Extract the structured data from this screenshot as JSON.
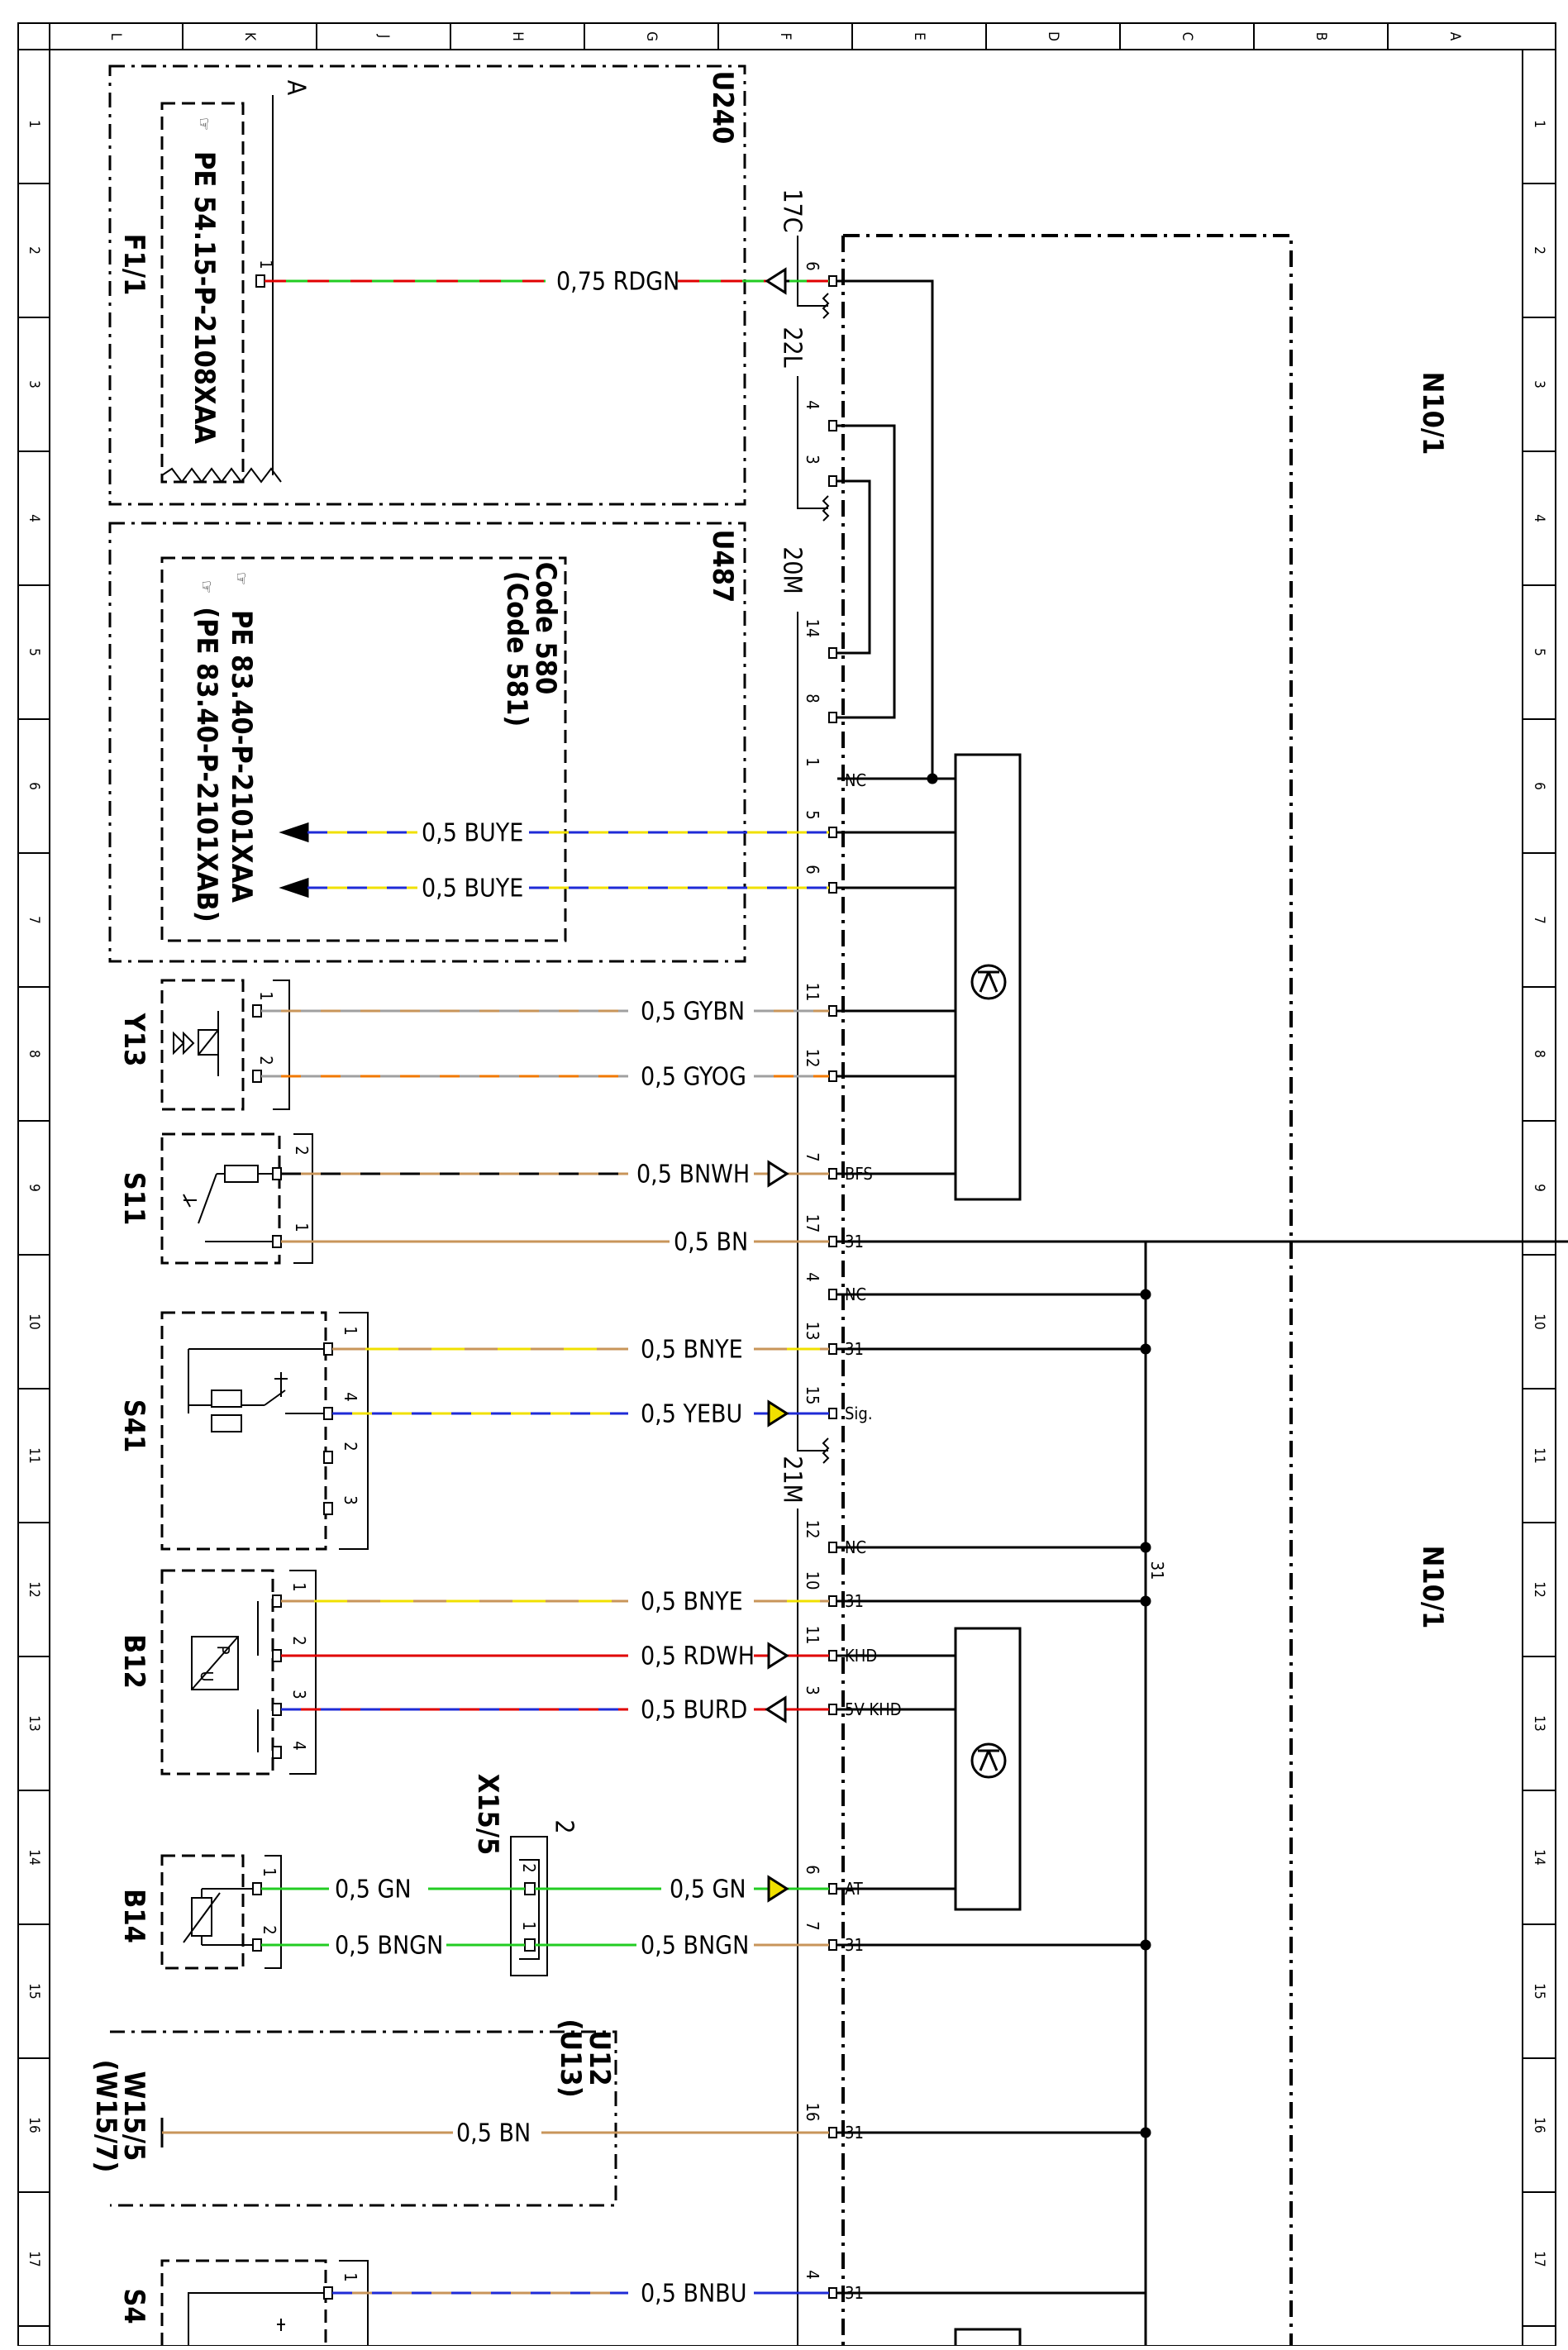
{
  "grid": {
    "letters": [
      "L",
      "K",
      "J",
      "H",
      "G",
      "F",
      "E",
      "D",
      "C",
      "B",
      "A"
    ],
    "numbers": [
      "1",
      "2",
      "3",
      "4",
      "5",
      "6",
      "7",
      "8",
      "9",
      "10",
      "11",
      "12",
      "13",
      "14",
      "15",
      "16",
      "17"
    ]
  },
  "modules": {
    "n10_top": "N10/1",
    "n10_bottom": "N10/1",
    "u240": "U240",
    "u487": "U487",
    "code580": "Code 580",
    "code581": "(Code 581)",
    "u12": "U12",
    "u13": "(U13)",
    "w155": "W15/5",
    "w157": "(W15/7)",
    "x155": "X15/5",
    "ref_a": "A",
    "ref_2": "2"
  },
  "components": {
    "f11": "F1/1",
    "y13": "Y13",
    "s11": "S11",
    "s41": "S41",
    "b12": "B12",
    "b14": "B14",
    "s4x": "S4"
  },
  "refs": {
    "pe_f11": "PE 54.15-P-2108XAA",
    "pe_u487_a": "PE 83.40-P-2101XAA",
    "pe_u487_b": "(PE 83.40-P-2101XAB)"
  },
  "connectors": {
    "c17c": "17C",
    "c22l": "22L",
    "c20m": "20M",
    "c21m": "21M",
    "bus31": "31"
  },
  "wires": {
    "rdgn": "0,75 RDGN",
    "buye1": "0,5 BUYE",
    "buye2": "0,5 BUYE",
    "gybn": "0,5 GYBN",
    "gyog": "0,5 GYOG",
    "bnwh": "0,5 BNWH",
    "bn_s11": "0,5 BN",
    "bnye_s41": "0,5 BNYE",
    "yebu": "0,5 YEBU",
    "bnye_b12": "0,5 BNYE",
    "rdwh": "0,5 RDWH",
    "burd": "0,5 BURD",
    "gn_left": "0,5 GN",
    "gn_right": "0,5 GN",
    "bngn_left": "0,5 BNGN",
    "bngn_right": "0,5 BNGN",
    "bn_u12": "0,5 BN",
    "bnbu": "0,5 BNBU"
  },
  "signals": {
    "nc1": "NC",
    "bfs": "BFS",
    "g31_a": "31",
    "nc2": "NC",
    "g31_b": "31",
    "sig": "Sig.",
    "nc3": "NC",
    "g31_c": "31",
    "khd": "KHD",
    "v5khd": "5V KHD",
    "at": "AT",
    "g31_d": "31",
    "g31_e": "31",
    "g31_f": "31"
  },
  "pins": {
    "p_f11": "1",
    "p17c_6": "6",
    "p22l_4": "4",
    "p22l_3": "3",
    "p20m_14": "14",
    "p20m_8": "8",
    "p20m_1": "1",
    "p20m_5": "5",
    "p20m_6": "6",
    "p20m_11": "11",
    "p20m_12": "12",
    "p20m_7": "7",
    "p20m_17": "17",
    "p20m_4": "4",
    "p20m_13": "13",
    "p20m_15": "15",
    "p21m_12": "12",
    "p21m_10": "10",
    "p21m_11": "11",
    "p21m_3": "3",
    "p21m_6": "6",
    "p21m_7": "7",
    "p21m_16": "16",
    "p21m_4": "4",
    "y13_1": "1",
    "y13_2": "2",
    "s11_2": "2",
    "s11_1": "1",
    "s41_1": "1",
    "s41_4": "4",
    "s41_2": "2",
    "s41_3": "3",
    "b12_1": "1",
    "b12_2": "2",
    "b12_3": "3",
    "b12_4": "4",
    "b14_1": "1",
    "b14_2": "2",
    "x155_2": "2",
    "x155_1": "1",
    "s4x_1": "1"
  },
  "colors": {
    "red": "#e00000",
    "green": "#22cc22",
    "blue": "#1f2bd6",
    "yellow": "#f0e000",
    "brown": "#c8955a",
    "grey": "#a0a0a0",
    "orange": "#f07800",
    "white": "#ffffff",
    "black": "#000000"
  }
}
